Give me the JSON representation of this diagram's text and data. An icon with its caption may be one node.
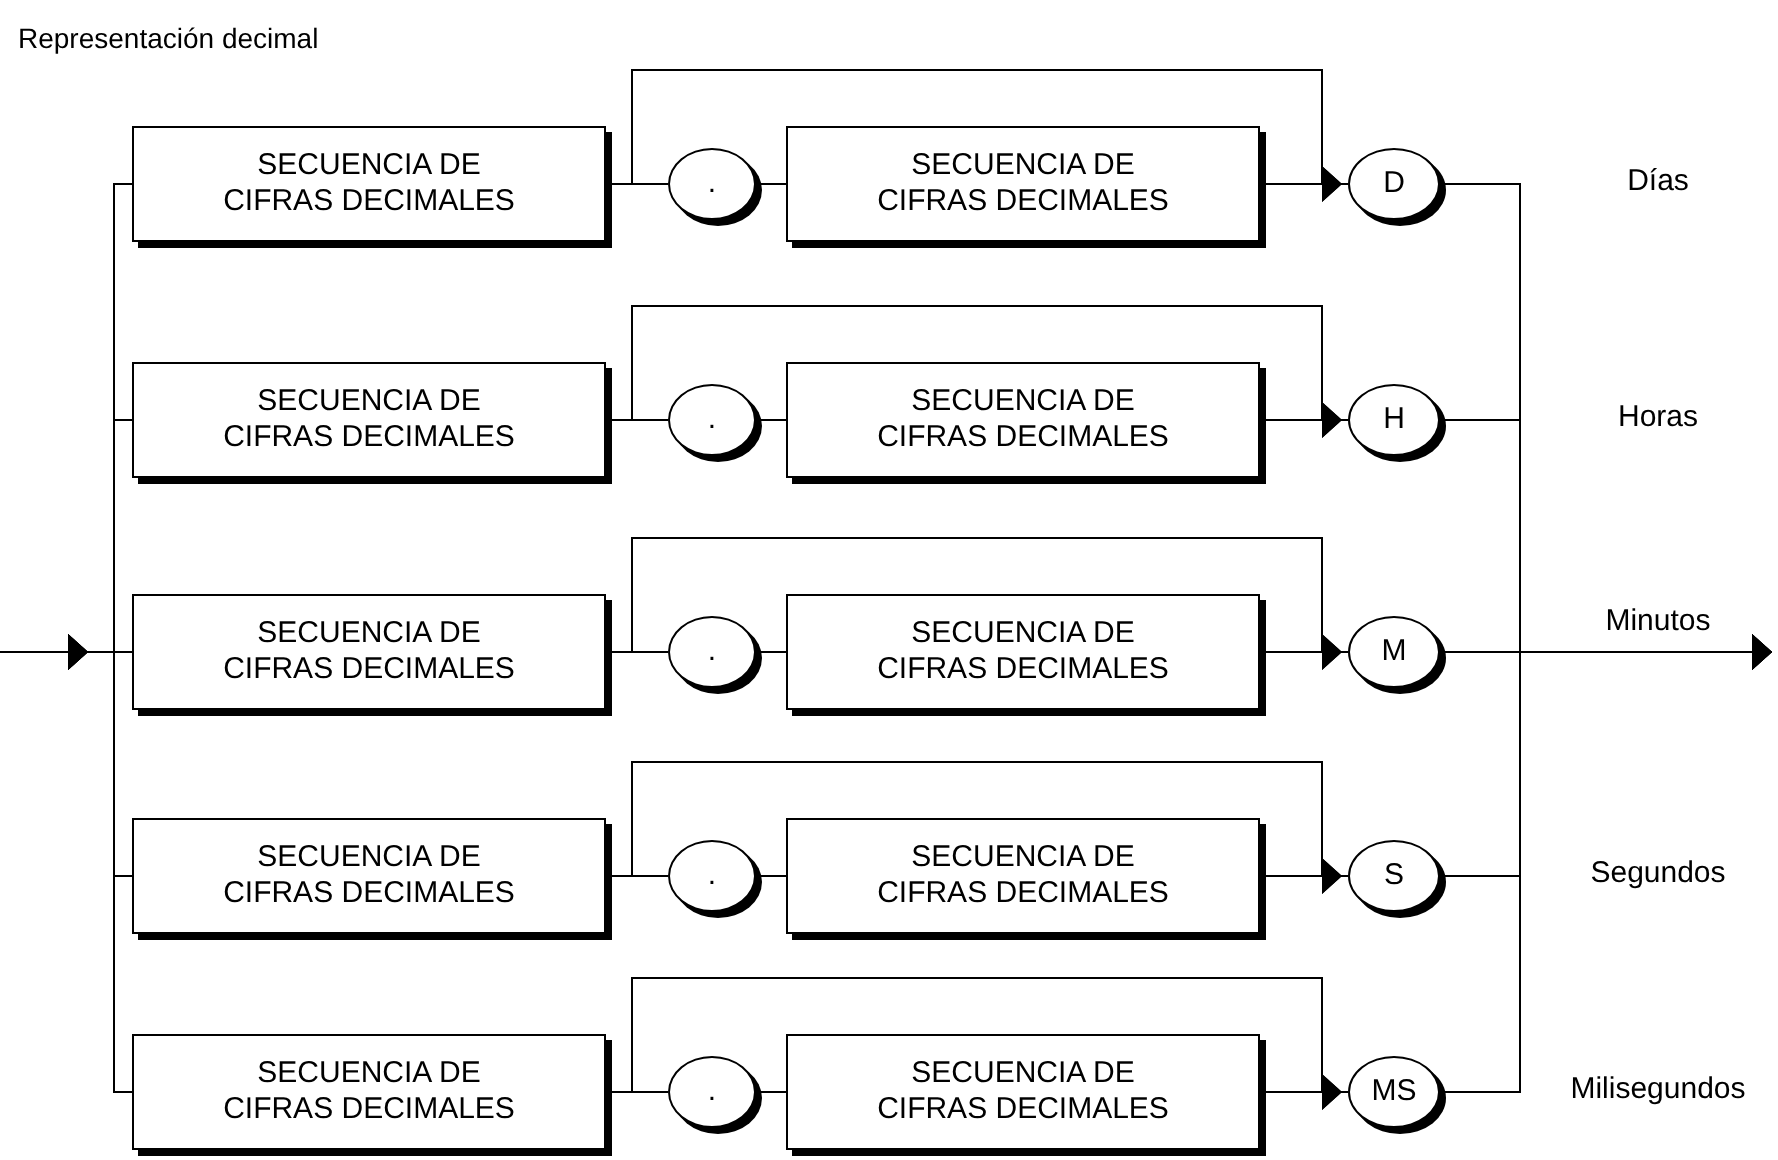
{
  "diagram": {
    "title": "Representación decimal",
    "nodes": [
      {
        "text": [
          "SECUENCIA DE CIFRAS DECIMALES"
        ]
      },
      {
        "text": [
          "."
        ]
      },
      {
        "text": [
          "SECUENCIA DE CIFRAS DECIMALES"
        ]
      },
      {
        "text": [
          "D"
        ]
      },
      {
        "text": [
          "SECUENCIA DE CIFRAS DECIMALES"
        ]
      },
      {
        "text": [
          "."
        ]
      },
      {
        "text": [
          "SECUENCIA DE CIFRAS DECIMALES"
        ]
      },
      {
        "text": [
          "H"
        ]
      },
      {
        "text": [
          "SECUENCIA DE CIFRAS DECIMALES"
        ]
      },
      {
        "text": [
          "."
        ]
      },
      {
        "text": [
          "SECUENCIA DE CIFRAS DECIMALES"
        ]
      },
      {
        "text": [
          "M"
        ]
      },
      {
        "text": [
          "SECUENCIA DE CIFRAS DECIMALES"
        ]
      },
      {
        "text": [
          "."
        ]
      },
      {
        "text": [
          "SECUENCIA DE CIFRAS DECIMALES"
        ]
      },
      {
        "text": [
          "S"
        ]
      },
      {
        "text": [
          "SECUENCIA DE CIFRAS DECIMALES"
        ]
      },
      {
        "text": [
          "."
        ]
      },
      {
        "text": [
          "SECUENCIA DE CIFRAS DECIMALES"
        ]
      },
      {
        "text": [
          "MS"
        ]
      }
    ],
    "edges": [
      {
        "from": 0,
        "to": 1,
        "arrow": "none"
      },
      {
        "from": 1,
        "to": 2,
        "arrow": "none"
      },
      {
        "from": 2,
        "to": 3,
        "arrow": "to"
      },
      {
        "from": 0,
        "to": 3,
        "arrow": "to"
      },
      {
        "from": 4,
        "to": 5,
        "arrow": "none"
      },
      {
        "from": 5,
        "to": 6,
        "arrow": "none"
      },
      {
        "from": 6,
        "to": 7,
        "arrow": "to"
      },
      {
        "from": 4,
        "to": 7,
        "arrow": "to"
      },
      {
        "from": 8,
        "to": 9,
        "arrow": "none"
      },
      {
        "from": 9,
        "to": 10,
        "arrow": "none"
      },
      {
        "from": 10,
        "to": 11,
        "arrow": "to"
      },
      {
        "from": 8,
        "to": 11,
        "arrow": "to"
      },
      {
        "from": 12,
        "to": 13,
        "arrow": "none"
      },
      {
        "from": 13,
        "to": 14,
        "arrow": "none"
      },
      {
        "from": 14,
        "to": 15,
        "arrow": "to"
      },
      {
        "from": 12,
        "to": 15,
        "arrow": "to"
      },
      {
        "from": 16,
        "to": 17,
        "arrow": "none"
      },
      {
        "from": 17,
        "to": 18,
        "arrow": "none"
      },
      {
        "from": 18,
        "to": 19,
        "arrow": "to"
      },
      {
        "from": 16,
        "to": 19,
        "arrow": "to"
      },
      {
        "from": null,
        "to": 0,
        "arrow": "to"
      },
      {
        "from": null,
        "to": 4,
        "arrow": "to"
      },
      {
        "from": null,
        "to": 8,
        "arrow": "to"
      },
      {
        "from": null,
        "to": 12,
        "arrow": "to"
      },
      {
        "from": null,
        "to": 16,
        "arrow": "to"
      },
      {
        "from": 3,
        "to": null,
        "arrow": "to"
      },
      {
        "from": 7,
        "to": null,
        "arrow": "to"
      },
      {
        "from": 11,
        "to": null,
        "arrow": "to"
      },
      {
        "from": 15,
        "to": null,
        "arrow": "to"
      },
      {
        "from": 19,
        "to": null,
        "arrow": "to"
      }
    ],
    "labels": [
      "Días",
      "Horas",
      "Minutos",
      "Segundos",
      "Milisegundos"
    ]
  }
}
